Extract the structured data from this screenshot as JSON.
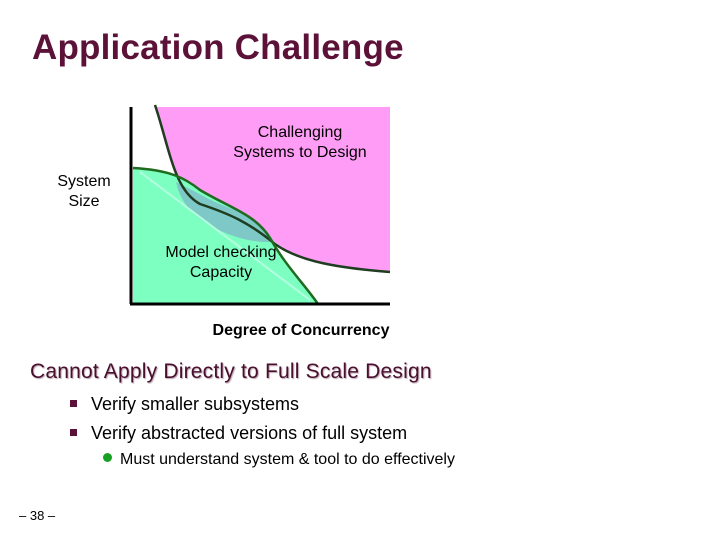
{
  "slide": {
    "title": "Application Challenge",
    "diagram": {
      "region_top_label_line1": "Challenging",
      "region_top_label_line2": "Systems to Design",
      "region_bottom_label_line1": "Model checking",
      "region_bottom_label_line2": "Capacity",
      "y_axis_label_line1": "System",
      "y_axis_label_line2": "Size",
      "x_axis_label": "Degree of Concurrency",
      "colors": {
        "challenging_region": "#ff9cf6",
        "capacity_region": "#7effc2",
        "overlap_region": "#7ec8c8",
        "curve_stroke": "#1f5c1f"
      }
    },
    "subheading": "Cannot Apply Directly to Full Scale Design",
    "bullets": [
      "Verify smaller subsystems",
      "Verify abstracted versions of full system"
    ],
    "sub_bullet": "Must understand system & tool to do effectively",
    "page_number": "– 38 –"
  }
}
